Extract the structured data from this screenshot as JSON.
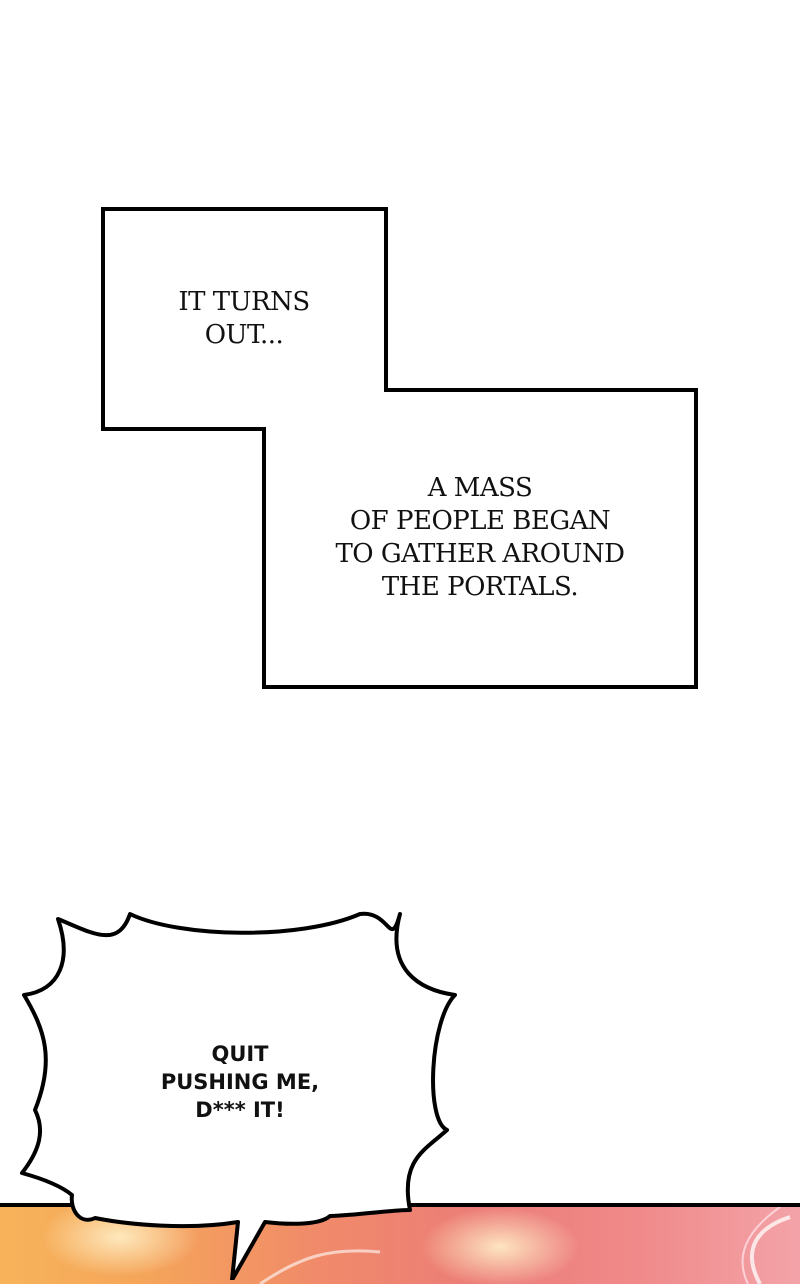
{
  "captions": [
    {
      "lines": [
        "IT TURNS",
        "OUT..."
      ]
    },
    {
      "lines": [
        "A MASS",
        "OF PEOPLE BEGAN",
        "TO GATHER AROUND",
        "THE PORTALS."
      ]
    }
  ],
  "speech_bubble": {
    "lines": [
      "QUIT",
      "PUSHING ME,",
      "D*** IT!"
    ]
  },
  "colors": {
    "border": "#000000",
    "panel_warm_start": "#f7b35a",
    "panel_warm_end": "#f3a3a8"
  }
}
